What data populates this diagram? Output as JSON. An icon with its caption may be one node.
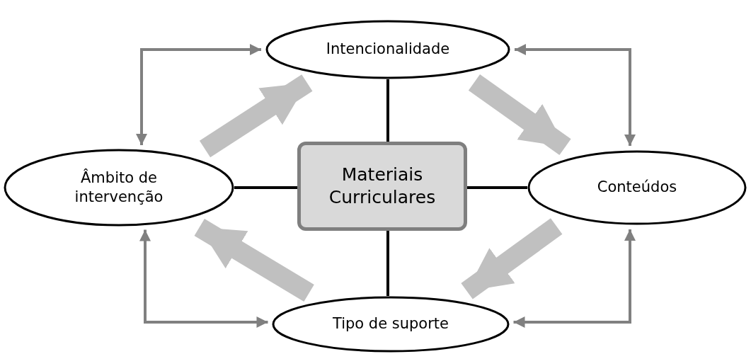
{
  "diagram": {
    "nodes": [
      {
        "text": [
          "Materiais Curriculares"
        ]
      },
      {
        "text": [
          "Intencionalidade"
        ]
      },
      {
        "text": [
          "Âmbito de intervenção"
        ]
      },
      {
        "text": [
          "Conteúdos"
        ]
      },
      {
        "text": [
          "Tipo de suporte"
        ]
      }
    ],
    "edges": [
      {
        "from": 0,
        "to": 1,
        "arrow": "none",
        "color": "#000000"
      },
      {
        "from": 0,
        "to": 2,
        "arrow": "none",
        "color": "#000000"
      },
      {
        "from": 0,
        "to": 3,
        "arrow": "none",
        "color": "#000000"
      },
      {
        "from": 0,
        "to": 4,
        "arrow": "none",
        "color": "#000000"
      },
      {
        "from": 2,
        "to": 1,
        "arrow": "both",
        "color": "#808080"
      },
      {
        "from": 1,
        "to": 3,
        "arrow": "both",
        "color": "#808080"
      },
      {
        "from": 2,
        "to": 4,
        "arrow": "both",
        "color": "#808080"
      },
      {
        "from": 3,
        "to": 4,
        "arrow": "both",
        "color": "#808080"
      },
      {
        "from": 2,
        "to": 1,
        "arrow": "to",
        "style": "thick",
        "color": "#c0c0c0"
      },
      {
        "from": 1,
        "to": 3,
        "arrow": "to",
        "style": "thick",
        "color": "#c0c0c0"
      },
      {
        "from": 3,
        "to": 4,
        "arrow": "to",
        "style": "thick",
        "color": "#c0c0c0"
      },
      {
        "from": 4,
        "to": 2,
        "arrow": "to",
        "style": "thick",
        "color": "#c0c0c0"
      }
    ]
  }
}
